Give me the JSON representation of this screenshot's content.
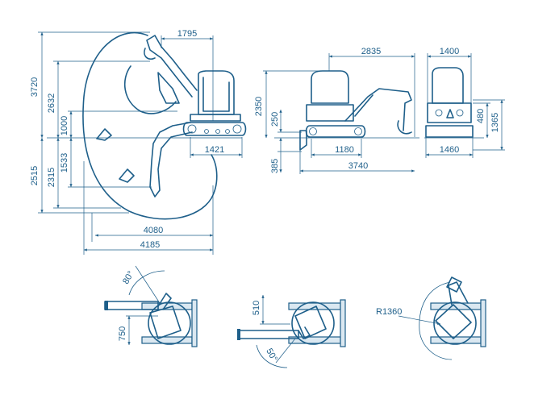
{
  "side_view": {
    "dims": {
      "height_total": "3720",
      "height_dump": "2632",
      "height_1000": "1000",
      "depth_1533": "1533",
      "depth_2515": "2515",
      "depth_2315": "2315",
      "top_1795": "1795",
      "track_1421": "1421",
      "reach_4080": "4080",
      "reach_4185": "4185"
    }
  },
  "front_view": {
    "dims": {
      "width_2835": "2835",
      "height_2350": "2350",
      "blade_250": "250",
      "blade_385": "385",
      "track_1180": "1180",
      "length_3740": "3740"
    }
  },
  "rear_view": {
    "dims": {
      "width_1400": "1400",
      "h_480": "480",
      "h_1365": "1365",
      "track_1460": "1460"
    }
  },
  "plan_views": {
    "left": {
      "angle": "80°",
      "offset": "750"
    },
    "middle": {
      "offset": "510",
      "angle": "50°"
    },
    "right": {
      "radius": "R1360"
    }
  }
}
